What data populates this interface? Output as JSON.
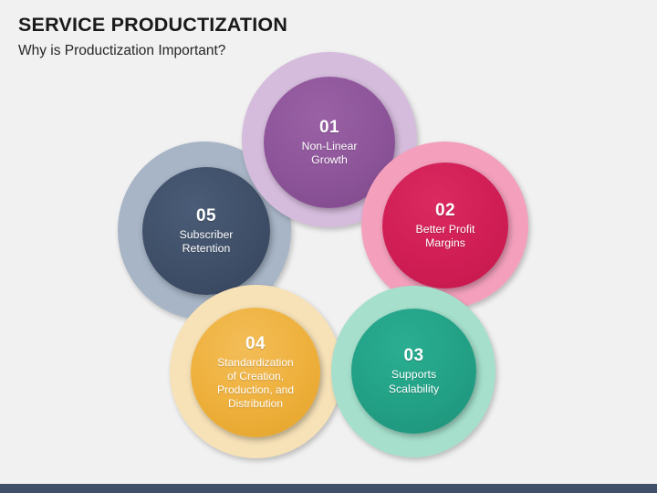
{
  "slide": {
    "title": "SERVICE PRODUCTIZATION",
    "subtitle": "Why is Productization Important?",
    "background_color": "#f1f1f1",
    "bottom_bar_color": "#41506a"
  },
  "diagram": {
    "type": "circular-infographic",
    "node_count": 5,
    "nodes": [
      {
        "id": "01",
        "number": "01",
        "label": "Non-Linear\nGrowth",
        "label_line1": "Non-Linear",
        "label_line2": "Growth",
        "position": "top",
        "core_color": "#8d5499",
        "ring_color": "#d5bcdc"
      },
      {
        "id": "02",
        "number": "02",
        "label": "Better Profit\nMargins",
        "label_line1": "Better Profit",
        "label_line2": "Margins",
        "position": "right",
        "core_color": "#d01e55",
        "ring_color": "#f4a0bd"
      },
      {
        "id": "03",
        "number": "03",
        "label": "Supports\nScalability",
        "label_line1": "Supports",
        "label_line2": "Scalability",
        "position": "bottom-right",
        "core_color": "#22a085",
        "ring_color": "#a6e0cd"
      },
      {
        "id": "04",
        "number": "04",
        "label": "Standardization of Creation, Production, and Distribution",
        "label_line1": "Standardization",
        "label_line2": "of Creation,",
        "label_line3": "Production, and",
        "label_line4": "Distribution",
        "position": "bottom-left",
        "core_color": "#eeb03b",
        "ring_color": "#f7e2b8"
      },
      {
        "id": "05",
        "number": "05",
        "label": "Subscriber\nRetention",
        "label_line1": "Subscriber",
        "label_line2": "Retention",
        "position": "left",
        "core_color": "#3f4f68",
        "ring_color": "#a7b5c6"
      }
    ]
  }
}
